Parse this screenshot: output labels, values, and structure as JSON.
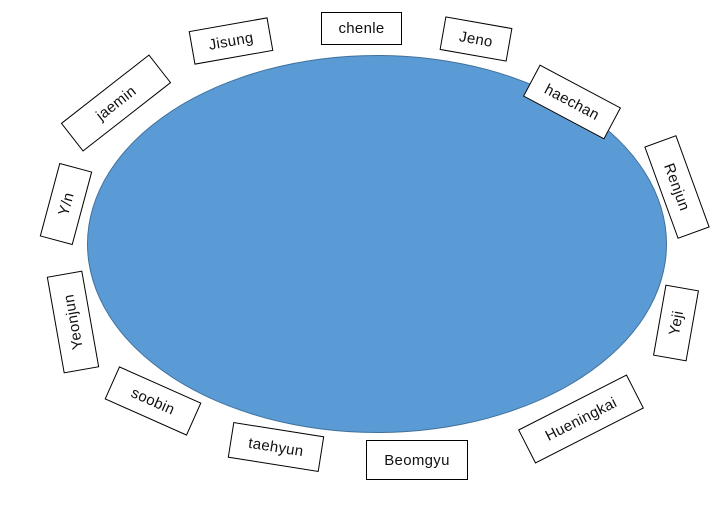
{
  "table": {
    "fill_color": "#5b9bd5",
    "border_color": "#41719c"
  },
  "seats": {
    "chenle": "chenle",
    "jisung": "Jisung",
    "jeno": "Jeno",
    "haechan": "haechan",
    "jaemin": "jaemin",
    "renjun": "Renjun",
    "yn": "Y/n",
    "yeonjun": "Yeonjun",
    "yeji": "Yeji",
    "soobin": "soobin",
    "taehyun": "taehyun",
    "beomgyu": "Beomgyu",
    "hueningkai": "Hueningkai"
  }
}
